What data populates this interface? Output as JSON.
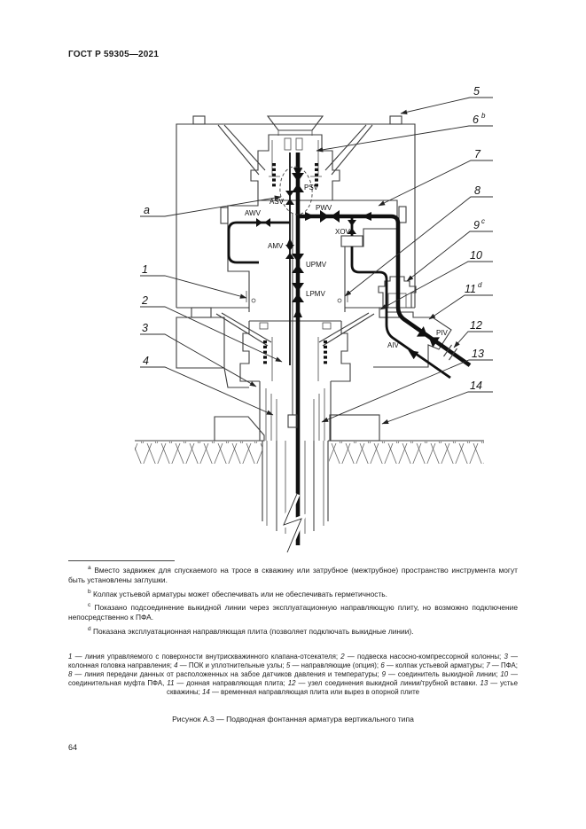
{
  "page": {
    "header": "ГОСТ Р 59305—2021",
    "page_number": "64",
    "caption": "Рисунок А.3 — Подводная фонтанная арматура вертикального типа"
  },
  "diagram": {
    "valves": {
      "psv": "PSV",
      "asv": "ASV",
      "awv": "AWV",
      "pwv": "PWV",
      "xov": "XOV",
      "amv": "AMV",
      "upmv": "UPMV",
      "lpmv": "LPMV",
      "piv": "PIV",
      "aiv": "AIV"
    },
    "callouts": [
      {
        "text": "a",
        "sup": ""
      },
      {
        "text": "1",
        "sup": ""
      },
      {
        "text": "2",
        "sup": ""
      },
      {
        "text": "3",
        "sup": ""
      },
      {
        "text": "4",
        "sup": ""
      },
      {
        "text": "5",
        "sup": ""
      },
      {
        "text": "6",
        "sup": "b"
      },
      {
        "text": "7",
        "sup": ""
      },
      {
        "text": "8",
        "sup": ""
      },
      {
        "text": "9",
        "sup": "c"
      },
      {
        "text": "10",
        "sup": ""
      },
      {
        "text": "11",
        "sup": "d"
      },
      {
        "text": "12",
        "sup": ""
      },
      {
        "text": "13",
        "sup": ""
      },
      {
        "text": "14",
        "sup": ""
      }
    ]
  },
  "footnotes": [
    {
      "mark": "a",
      "text": "Вместо задвижек для спускаемого на тросе в скважину или затрубное (межтрубное) пространство инструмента могут быть установлены заглушки."
    },
    {
      "mark": "b",
      "text": "Колпак устьевой арматуры может обеспечивать или не обеспечивать герметичность."
    },
    {
      "mark": "c",
      "text": "Показано подсоединение выкидной линии через эксплуатационную направляющую плиту, но возможно подключение непосредственно к ПФА."
    },
    {
      "mark": "d",
      "text": "Показана эксплуатационная направляющая плита (позволяет подключать выкидные линии)."
    }
  ],
  "legend": {
    "items": [
      {
        "n": "1",
        "t": " — линия управляемого с поверхности внутрискважинного клапана-отсекателя; "
      },
      {
        "n": "2",
        "t": " — подвеска насосно-компрессорной колонны; "
      },
      {
        "n": "3",
        "t": " — колонная головка направления; "
      },
      {
        "n": "4",
        "t": " — ПОК и уплотнительные узлы; "
      },
      {
        "n": "5",
        "t": " — направляющие (опция); "
      },
      {
        "n": "6",
        "t": " — колпак устьевой арматуры; "
      },
      {
        "n": "7",
        "t": " — ПФА; "
      },
      {
        "n": "8",
        "t": " — линия передачи данных от расположенных на забое датчиков давления и температуры; "
      },
      {
        "n": "9",
        "t": " — соединитель выкидной линии; "
      },
      {
        "n": "10",
        "t": " — соединительная муфта ПФА, "
      },
      {
        "n": "11",
        "t": " — донная направляющая плита; "
      },
      {
        "n": "12",
        "t": " — узел соединения выкидной линии/трубной вставки. "
      },
      {
        "n": "13",
        "t": " — устье скважины; "
      },
      {
        "n": "14",
        "t": " — временная направляющая плита или вырез в опорной плите"
      }
    ]
  }
}
